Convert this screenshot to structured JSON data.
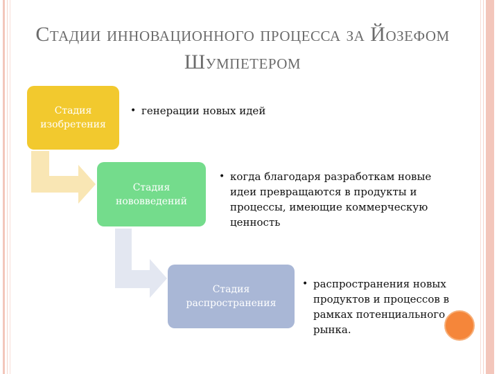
{
  "slide": {
    "title": "Стадии инновационного процесса за Йозефом Шумпетером"
  },
  "stages": [
    {
      "label": "Стадия изобретения",
      "color": "#f2c92e",
      "description": "генерации новых идей"
    },
    {
      "label": "Стадия нововведений",
      "color": "#74dc8c",
      "description": "когда благодаря разработкам новые идеи превращаются в продукты и процессы, имеющие коммерческую ценность"
    },
    {
      "label": "Стадия распространения",
      "color": "#a9b7d6",
      "description": "распространения новых продуктов и процессов в рамках потенциального рынка."
    }
  ],
  "colors": {
    "title": "#6b6b6b",
    "arrow_1": "#f9e6b4",
    "arrow_2": "#e3e7f1",
    "accent_circle": "#f5863a",
    "border_stripes": "#f3c6bb"
  },
  "bullet_glyph": "•"
}
